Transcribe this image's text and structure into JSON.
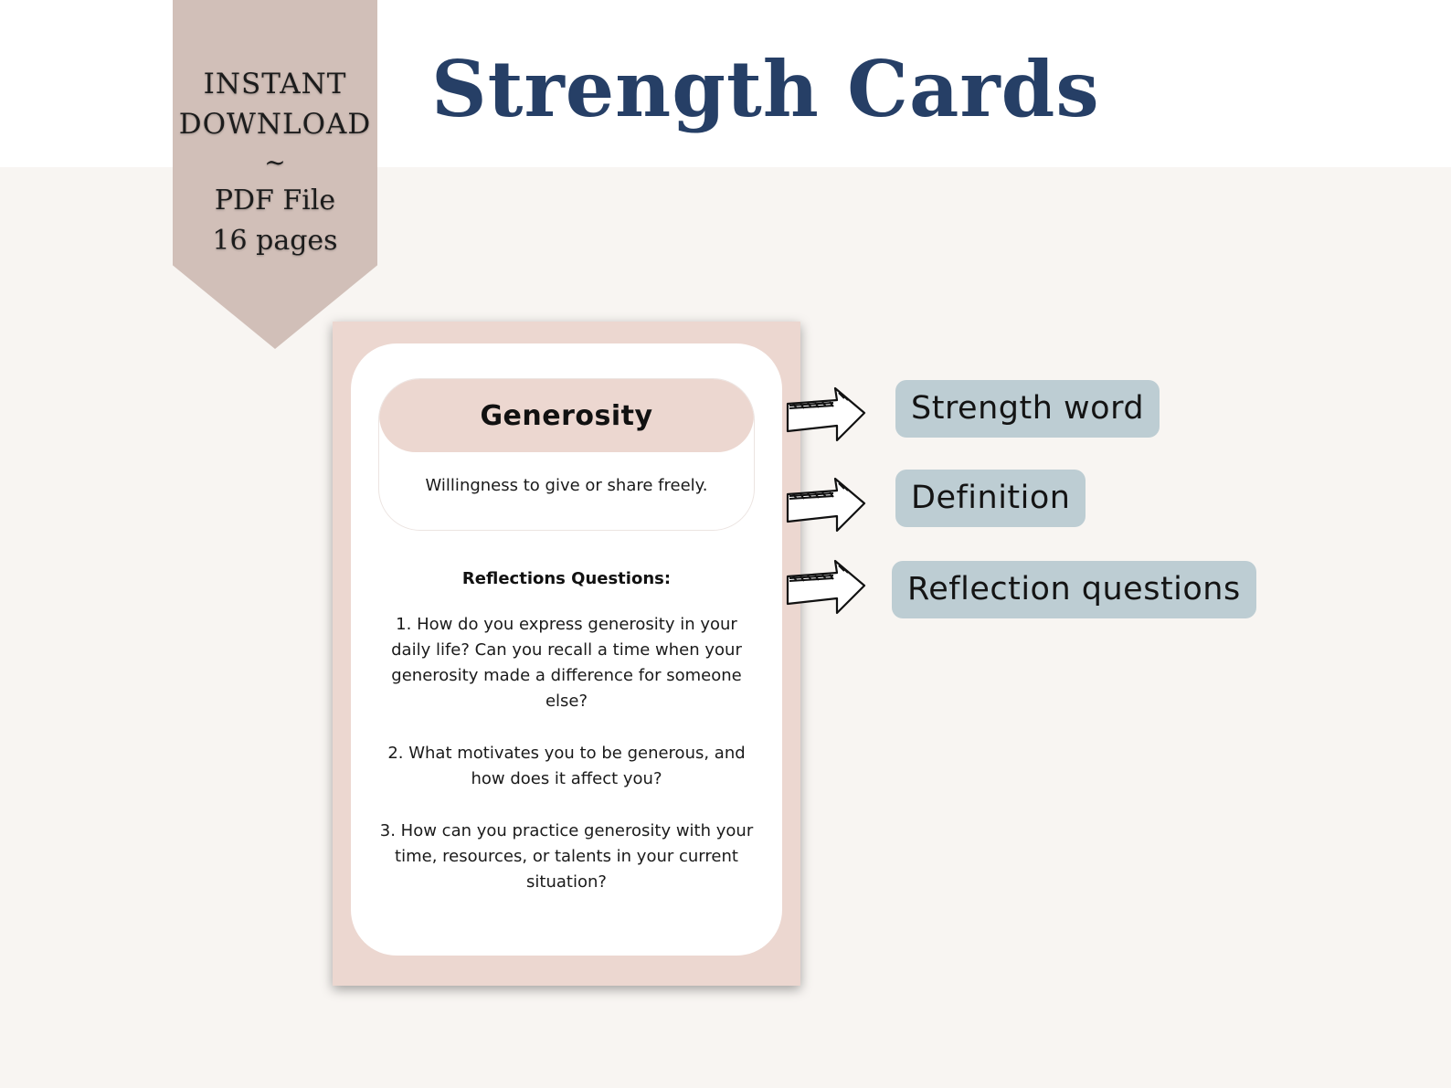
{
  "title": "Strength Cards",
  "ribbon": {
    "line1": "INSTANT",
    "line2": "DOWNLOAD",
    "line3": "~",
    "line4": "PDF File",
    "line5": "16 pages"
  },
  "card": {
    "word": "Generosity",
    "definition": "Willingness to give or share freely.",
    "questions_heading": "Reflections Questions:",
    "questions": [
      "1. How do you express generosity in your daily life? Can you recall a time when your generosity made a difference for someone else?",
      "2. What motivates you to be generous, and how does it affect you?",
      "3. How can you practice generosity with your time, resources, or talents in your current situation?"
    ]
  },
  "labels": {
    "strength_word": "Strength word",
    "definition": "Definition",
    "reflection_questions": "Reflection questions"
  },
  "colors": {
    "title": "#263f66",
    "ribbon": "#d1bfb8",
    "card_pink": "#ecd7d0",
    "label_bg": "#bdcdd3",
    "background": "#f8f5f2"
  }
}
